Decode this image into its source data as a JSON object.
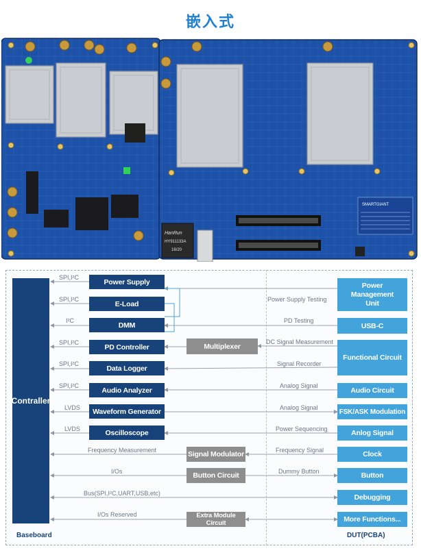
{
  "title": "嵌入式",
  "board": {
    "brand_label": "SMARTGIANT",
    "chip_brand": "HanRun",
    "chip_model": "HY911133A",
    "chip_code": "16/20"
  },
  "controller_label": "Contraller",
  "left_footer": "Baseboard",
  "right_footer": "DUT(PCBA)",
  "instruments": [
    {
      "label": "Power Supply",
      "bus": "SPI,I²C",
      "dut_link": "Power Supply Testing"
    },
    {
      "label": "E-Load",
      "bus": "SPI,I²C",
      "dut_link": "Power Supply Testing"
    },
    {
      "label": "DMM",
      "bus": "I²C",
      "dut_link": "PD Testing"
    },
    {
      "label": "PD Controller",
      "bus": "SPI,I²C",
      "dut_link": "DC Signal Measurement"
    },
    {
      "label": "Data Logger",
      "bus": "SPI,I²C",
      "dut_link": "Signal Recorder"
    },
    {
      "label": "Audio Analyzer",
      "bus": "SPI,I²C",
      "dut_link": "Analog Signal"
    },
    {
      "label": "Waveform Generator",
      "bus": "LVDS",
      "dut_link": "Analog Signal"
    },
    {
      "label": "Oscilloscope",
      "bus": "LVDS",
      "dut_link": "Power Sequencing"
    }
  ],
  "middle_modules": {
    "multiplexer": "Multiplexer",
    "signal_modulator": "Signal Modulator",
    "button_circuit": "Button Circuit",
    "extra_module": "Extra Module Circuit"
  },
  "left_links": {
    "frequency": "Frequency Measurement",
    "ios": "I/Os",
    "bus": "Bus(SPI,I²C,UART,USB,etc)",
    "ios_reserved": "I/Os Reserved"
  },
  "right_links": {
    "frequency": "Frequency Signal",
    "dummy": "Dummy Button"
  },
  "dut_blocks": [
    "Power Management Unit",
    "USB-C",
    "Functional Circuit",
    "Audio Circuit",
    "FSK/ASK Modulation",
    "Anlog Signal",
    "Clock",
    "Button",
    "Debugging",
    "More Functions..."
  ],
  "colors": {
    "title": "#1f7fd0",
    "navy": "#17427a",
    "gray": "#8e8e8e",
    "light_blue": "#43a4dc",
    "pcb": "#1d4fa3"
  }
}
